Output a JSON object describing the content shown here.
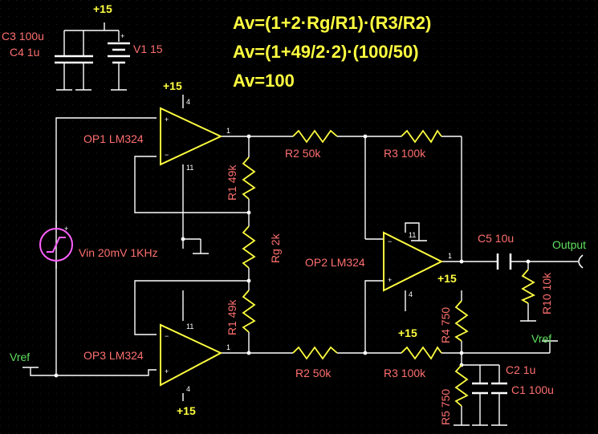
{
  "equations": {
    "line1": "Av=(1+2·Rg/R1)·(R3/R2)",
    "line2": "Av=(1+49/2·2)·(100/50)",
    "line3": "Av=100"
  },
  "supplies": {
    "top_supply": "+15",
    "op1_supply": "+15",
    "op2_supply_a": "+15",
    "op2_supply_b": "+15",
    "op3_supply": "+15"
  },
  "components": {
    "c3": "C3 100u",
    "c4": "C4 1u",
    "v1": "V1 15",
    "op1": "OP1 LM324",
    "op2": "OP2 LM324",
    "op3": "OP3 LM324",
    "r1_top": "R1 49k",
    "r1_bottom": "R1 49k",
    "rg": "Rg 2k",
    "r2_top": "R2 50k",
    "r2_bottom": "R2 50k",
    "r3_top": "R3 100k",
    "r3_bottom": "R3 100k",
    "vin": "Vin 20mV 1KHz",
    "c5": "C5 10u",
    "r10": "R10 10k",
    "r4": "R4 750",
    "r5": "R5 750",
    "c2": "C2 1u",
    "c1": "C1 100u"
  },
  "nets": {
    "output": "Output",
    "vref_left": "Vref",
    "vref_right": "Vref"
  },
  "pins": {
    "op1_out": "1",
    "op2_out": "1",
    "op3_out": "1",
    "op1_v": "4",
    "op1_g": "11",
    "op2_v": "4",
    "op2_g": "11",
    "op3_v": "4",
    "op3_g": "11",
    "plus": "+",
    "minus": "−"
  }
}
